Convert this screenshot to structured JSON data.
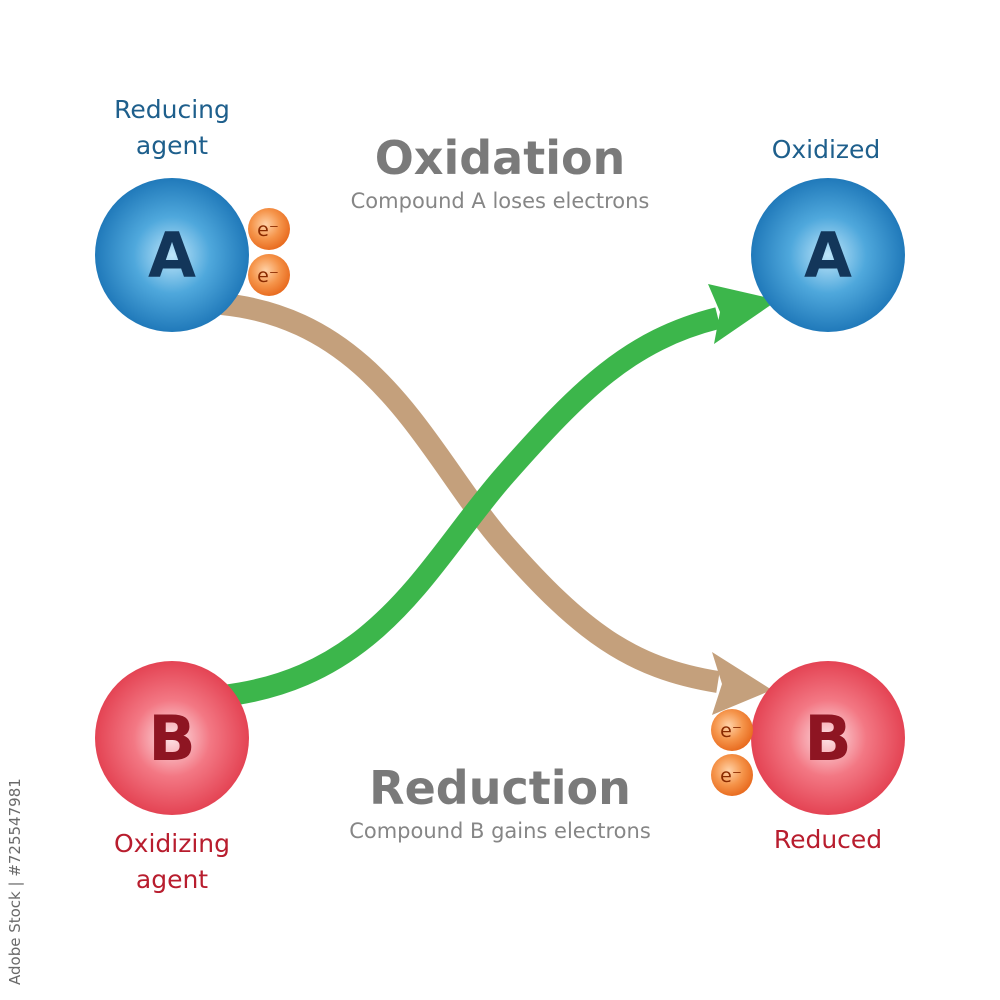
{
  "oxidation": {
    "title": "Oxidation",
    "subtitle": "Compound A loses electrons"
  },
  "reduction": {
    "title": "Reduction",
    "subtitle": "Compound B gains electrons"
  },
  "labels": {
    "reducing_agent_line1": "Reducing",
    "reducing_agent_line2": "agent",
    "oxidized": "Oxidized",
    "oxidizing_agent_line1": "Oxidizing",
    "oxidizing_agent_line2": "agent",
    "reduced": "Reduced"
  },
  "spheres": {
    "a_letter": "A",
    "b_letter": "B"
  },
  "electron_symbol": "e⁻",
  "stock_id": "Adobe Stock | #725547981",
  "colors": {
    "blue_label": "#1e5f8c",
    "red_label": "#b81d2e",
    "sphere_a": "#1f7dbf",
    "sphere_b": "#e8404f",
    "electron": "#f07d2e",
    "oxidation_arrow": "#c4a07c",
    "reduction_arrow": "#3cb64b",
    "heading_gray": "#7a7a7a"
  }
}
